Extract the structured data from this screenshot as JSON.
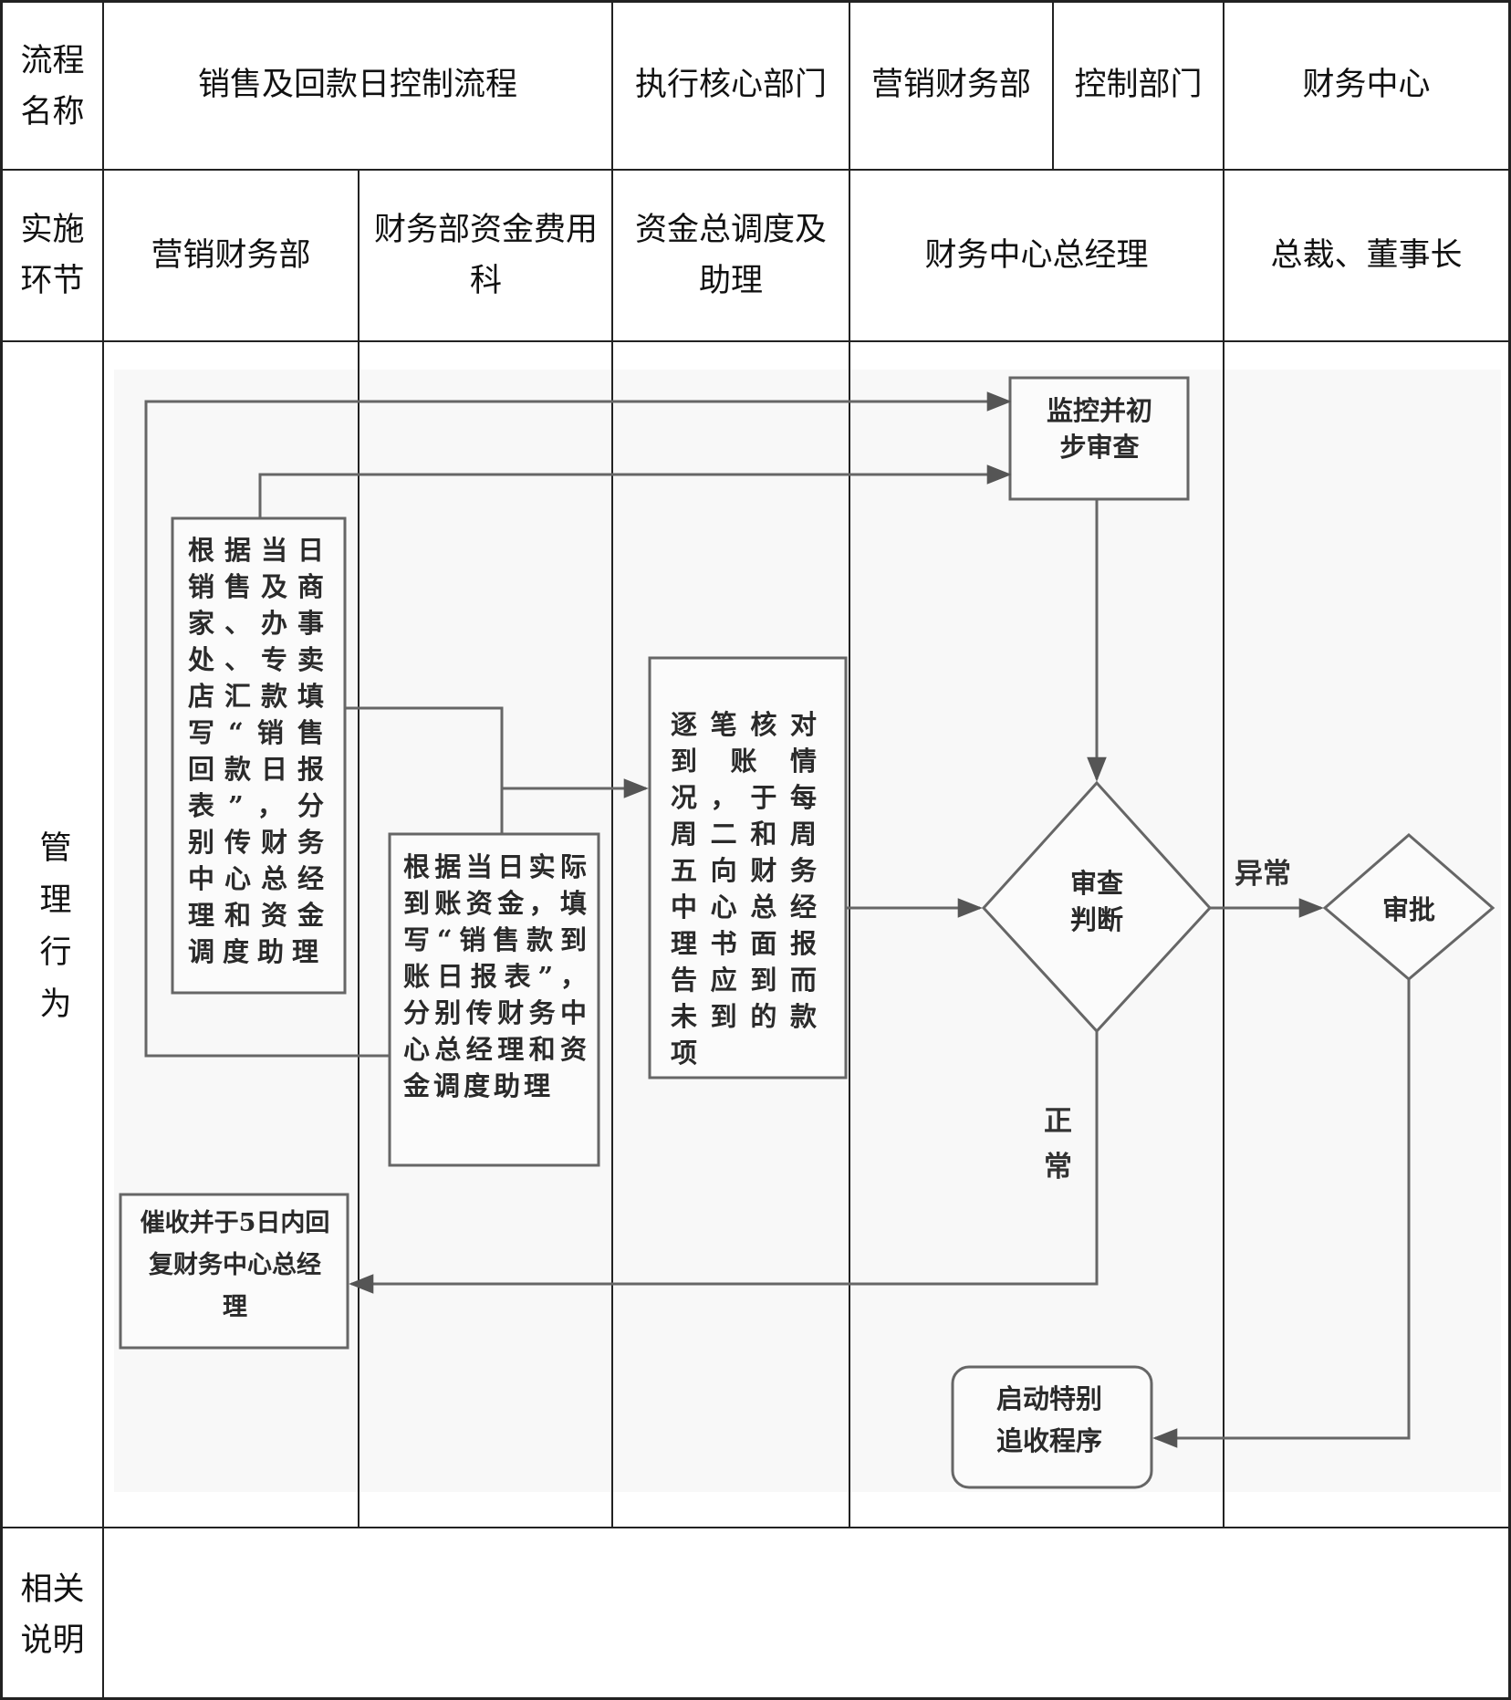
{
  "header": {
    "process_name_label": "流程名称",
    "process_name": "销售及回款日控制流程",
    "core_dept_label": "执行核心部门",
    "core_dept": "营销财务部",
    "control_dept_label": "控制部门",
    "control_dept": "财务中心"
  },
  "stages": {
    "label": "实施环节",
    "lanes": [
      "营销财务部",
      "财务部资金费用科",
      "资金总调度及助理",
      "财务中心总经理",
      "总裁、董事长"
    ]
  },
  "management": {
    "label": "管理行为"
  },
  "related": {
    "label": "相关说明"
  },
  "flow": {
    "monitor_box": "监控并初步审查",
    "sales_report_box": "根据当日销售及商家、办事处、专卖店汇款填写“销售回款日报表”，分别传财务中心总经理和资金调度助理",
    "arrival_report_box": "根据当日实际到账资金，填写“销售款到账日报表”，分别传财务中心总经理和资金调度助理",
    "reconcile_box": "逐笔核对到账情况，于每周二和周五向财务中心总经理书面报告应到而未到的款项",
    "review_diamond": "审查判断",
    "approve_diamond": "审批",
    "abnormal_label": "异常",
    "normal_label": "正常",
    "collect_box": "催收并于5日内回复财务中心总经理",
    "special_box": "启动特别追收程序"
  }
}
